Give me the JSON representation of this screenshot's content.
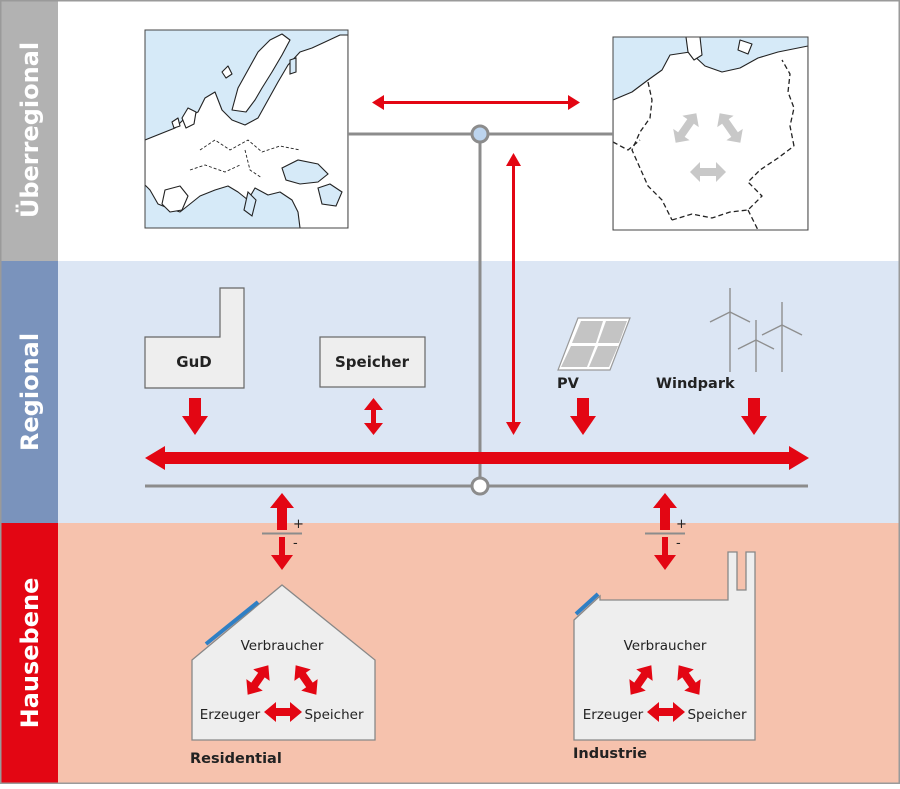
{
  "bands": {
    "ueberregional": "Überregional",
    "regional": "Regional",
    "hausebene": "Hausebene"
  },
  "regional": {
    "gud": "GuD",
    "speicher": "Speicher",
    "pv": "PV",
    "windpark": "Windpark"
  },
  "residential": {
    "title": "Residential",
    "verbraucher": "Verbraucher",
    "erzeuger": "Erzeuger",
    "speicher": "Speicher",
    "plus": "+",
    "minus": "-"
  },
  "industrie": {
    "title": "Industrie",
    "verbraucher": "Verbraucher",
    "erzeuger": "Erzeuger",
    "speicher": "Speicher",
    "plus": "+",
    "minus": "-"
  },
  "colors": {
    "red": "#e30613",
    "grey_line": "#8c8c8c",
    "band_ueberregional": "#b2b2b2",
    "band_regional": "#7a93bc",
    "band_hausebene": "#e30613",
    "bg_regional": "#dce6f4",
    "bg_hausebene": "#f6c2ad",
    "water": "#d6eaf8",
    "node_fill": "#bcd4ee"
  }
}
